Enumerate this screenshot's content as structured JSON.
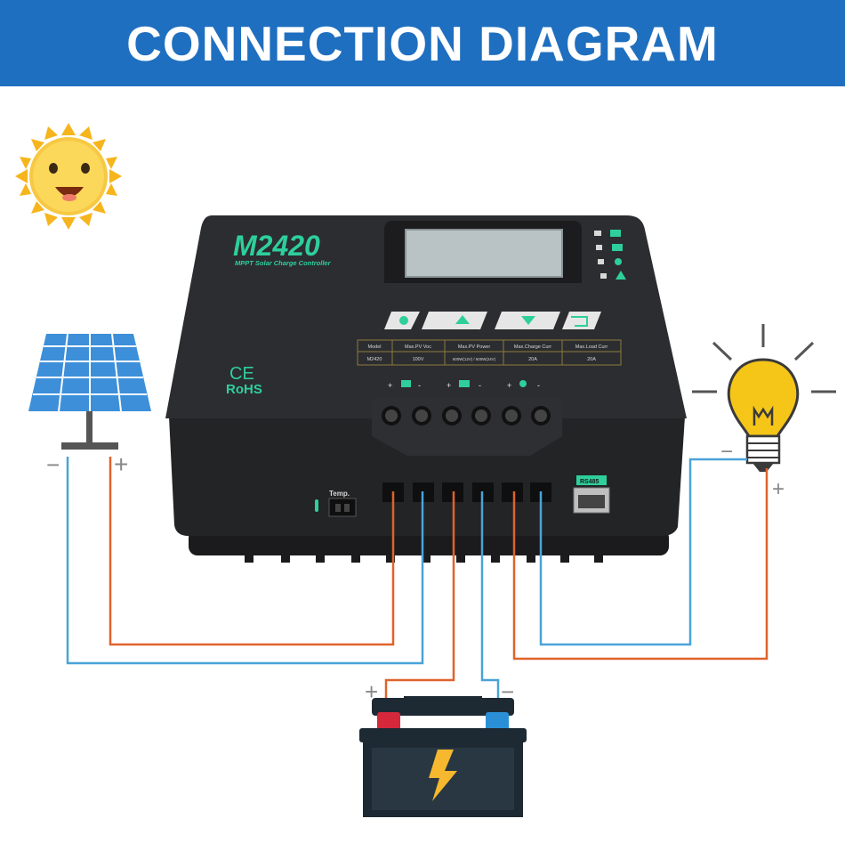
{
  "banner": {
    "title": "CONNECTION DIAGRAM"
  },
  "controller": {
    "model": "M2420",
    "subtitle": "MPPT Solar Charge Controller",
    "ce": "CE",
    "rohs": "RoHS",
    "temp_label": "Temp.",
    "rs485_label": "RS485",
    "spec_table": {
      "headers": [
        "Model",
        "Max.PV Voc",
        "Max.PV Power",
        "Max.Charge Curr",
        "Max.Load Curr"
      ],
      "values": [
        "M2420",
        "100V",
        "600W(12V) / 600W(24V)",
        "20A",
        "20A"
      ]
    },
    "terminal_group_signs": [
      "+",
      "-",
      "+",
      "-",
      "+",
      "-"
    ]
  },
  "panel_labels": {
    "minus": "−",
    "plus": "+"
  },
  "bulb_labels": {
    "minus": "−",
    "plus": "+"
  },
  "battery_labels": {
    "plus": "+",
    "minus": "−"
  },
  "colors": {
    "banner": "#1f6fc0",
    "positive_wire": "#e0622c",
    "negative_wire": "#4aa3d8",
    "controller_body": "#2a2b2d",
    "accent_green": "#2ecf9a",
    "bulb": "#f5c518"
  }
}
